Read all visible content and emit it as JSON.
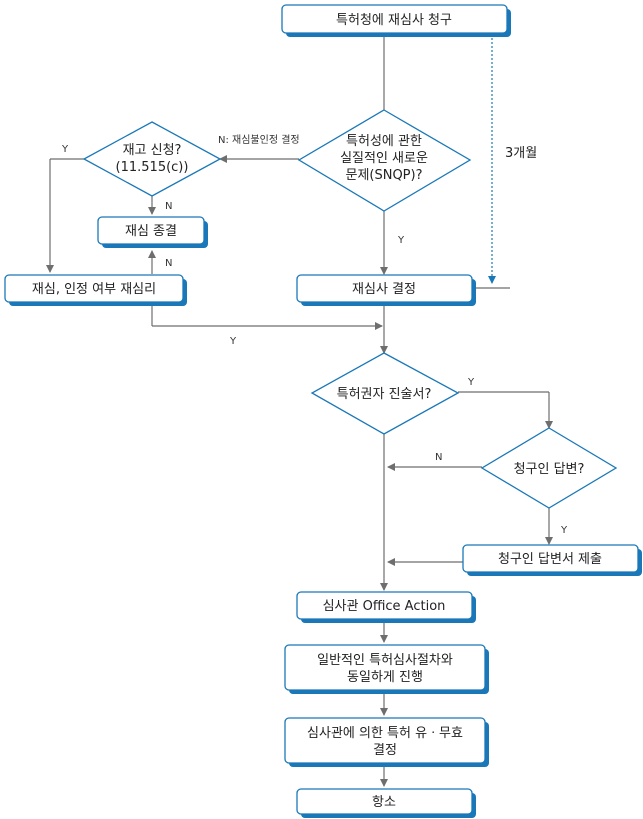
{
  "nodes": {
    "request": "특허청에 재심사 청구",
    "snqp": [
      "특허성에 관한",
      "실질적인 새로운",
      "문제(SNQP)?"
    ],
    "reconsider": [
      "재고 신청?",
      "(11.515(c))"
    ],
    "terminate": "재심 종결",
    "rehear": "재심, 인정 여부 재심리",
    "decision": "재심사 결정",
    "owner_statement": "특허권자 진술서?",
    "requester_reply": "청구인 답변?",
    "reply_submit": "청구인 답변서 제출",
    "office_action": "심사관 Office Action",
    "normal_proc": [
      "일반적인 특허심사절차와",
      "동일하게 진행"
    ],
    "final": [
      "심사관에 의한 특허 유ㆍ무효",
      "결정"
    ],
    "appeal": "항소"
  },
  "labels": {
    "n_denied": "N: 재심불인정 결정",
    "three_months": "3개월",
    "y": "Y",
    "n": "N"
  },
  "colors": {
    "border": "#1a78b8",
    "line": "#6e6e6e"
  }
}
